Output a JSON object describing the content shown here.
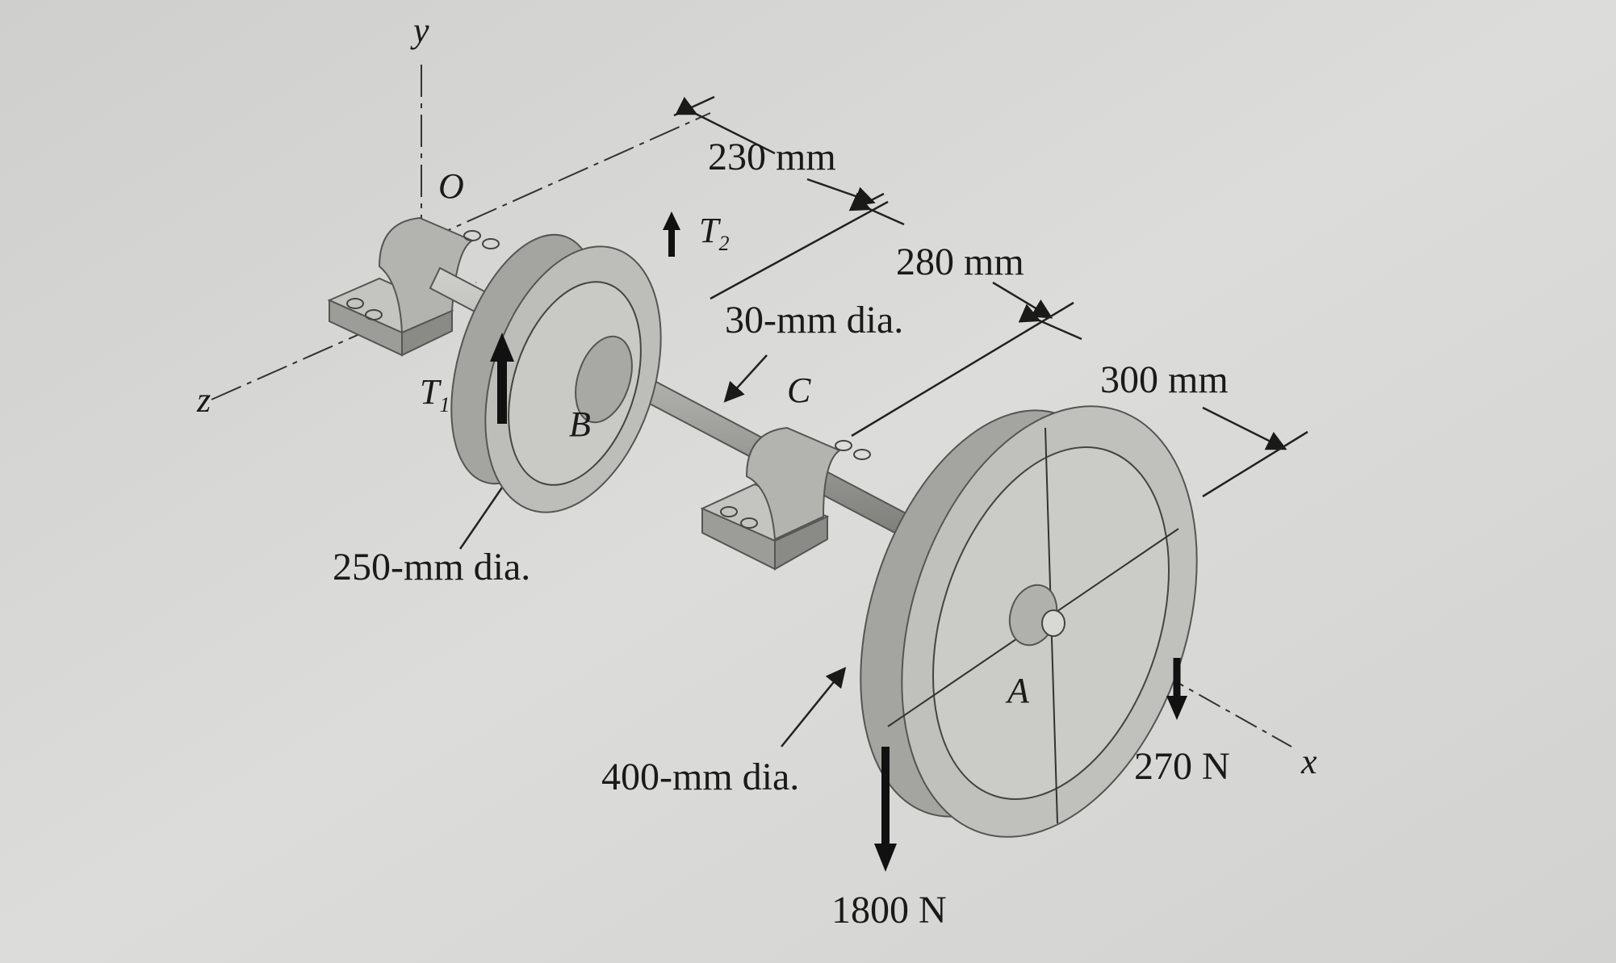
{
  "axes": {
    "y": "y",
    "z": "z",
    "x": "x"
  },
  "points": {
    "O": "O",
    "B": "B",
    "C": "C",
    "A": "A"
  },
  "forces": {
    "T1": {
      "main": "T",
      "sub": "1"
    },
    "T2": {
      "main": "T",
      "sub": "2"
    },
    "F1800": "1800 N",
    "F270": "270 N"
  },
  "dimensions": {
    "d230": "230 mm",
    "d280": "280 mm",
    "d300": "300 mm",
    "shaft_dia": "30-mm dia.",
    "pulley_b_dia": "250-mm dia.",
    "pulley_a_dia": "400-mm dia."
  },
  "colors": {
    "background": "#d8d8d6",
    "metal": "#bdbdb9",
    "metal_dark": "#8e8e8a",
    "ink": "#1a1a1a"
  }
}
